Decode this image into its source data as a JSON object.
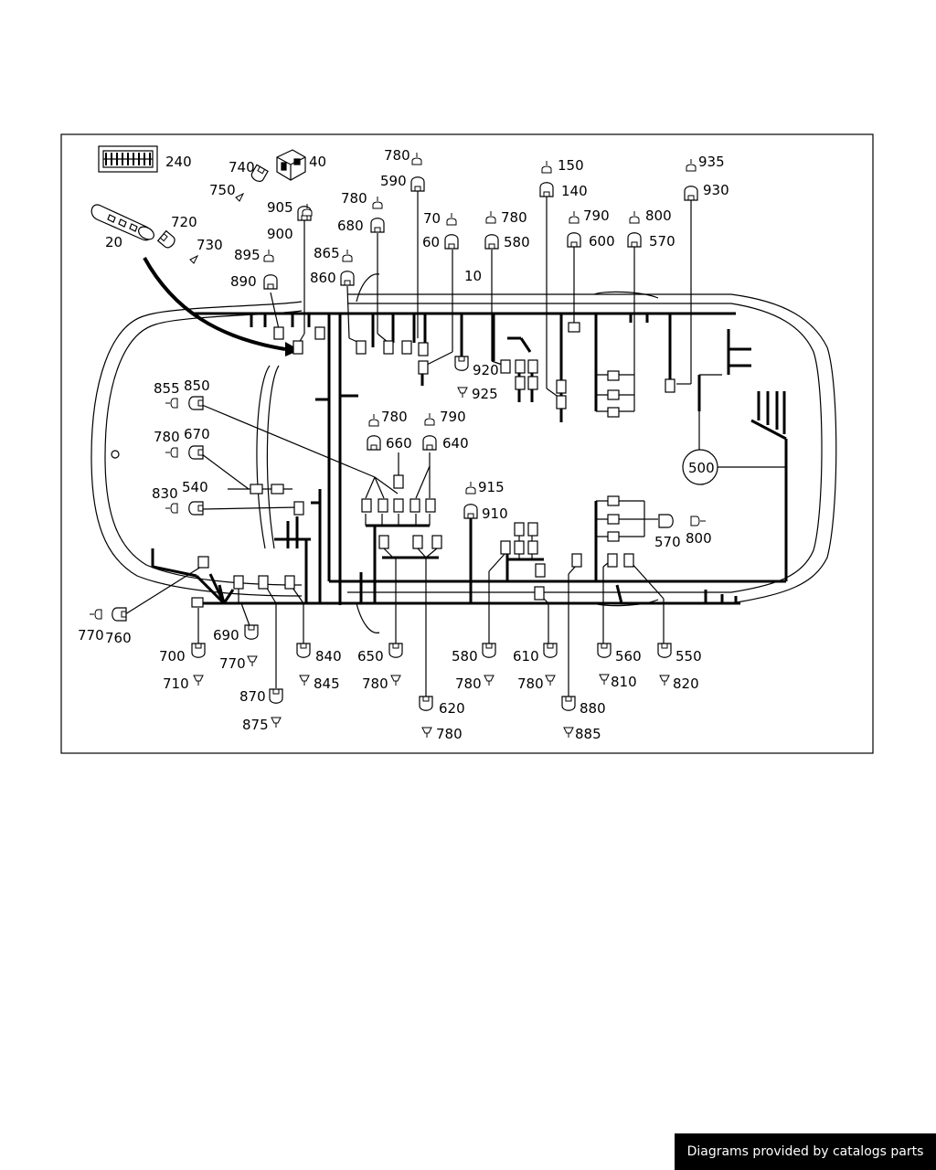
{
  "diagram": {
    "labels": [
      {
        "id": "240",
        "text": "240"
      },
      {
        "id": "40",
        "text": "40"
      },
      {
        "id": "740",
        "text": "740"
      },
      {
        "id": "750",
        "text": "750"
      },
      {
        "id": "20",
        "text": "20"
      },
      {
        "id": "720",
        "text": "720"
      },
      {
        "id": "730",
        "text": "730"
      },
      {
        "id": "780a",
        "text": "780"
      },
      {
        "id": "590",
        "text": "590"
      },
      {
        "id": "905",
        "text": "905"
      },
      {
        "id": "900",
        "text": "900"
      },
      {
        "id": "780b",
        "text": "780"
      },
      {
        "id": "680",
        "text": "680"
      },
      {
        "id": "895",
        "text": "895"
      },
      {
        "id": "890",
        "text": "890"
      },
      {
        "id": "865",
        "text": "865"
      },
      {
        "id": "860",
        "text": "860"
      },
      {
        "id": "70",
        "text": "70"
      },
      {
        "id": "60",
        "text": "60"
      },
      {
        "id": "780c",
        "text": "780"
      },
      {
        "id": "580a",
        "text": "580"
      },
      {
        "id": "10",
        "text": "10"
      },
      {
        "id": "150",
        "text": "150"
      },
      {
        "id": "140",
        "text": "140"
      },
      {
        "id": "790a",
        "text": "790"
      },
      {
        "id": "600",
        "text": "600"
      },
      {
        "id": "800a",
        "text": "800"
      },
      {
        "id": "570a",
        "text": "570"
      },
      {
        "id": "935",
        "text": "935"
      },
      {
        "id": "930",
        "text": "930"
      },
      {
        "id": "920",
        "text": "920"
      },
      {
        "id": "925",
        "text": "925"
      },
      {
        "id": "855",
        "text": "855"
      },
      {
        "id": "850",
        "text": "850"
      },
      {
        "id": "780d",
        "text": "780"
      },
      {
        "id": "670",
        "text": "670"
      },
      {
        "id": "830",
        "text": "830"
      },
      {
        "id": "540",
        "text": "540"
      },
      {
        "id": "780e",
        "text": "780"
      },
      {
        "id": "660",
        "text": "660"
      },
      {
        "id": "790b",
        "text": "790"
      },
      {
        "id": "640",
        "text": "640"
      },
      {
        "id": "915",
        "text": "915"
      },
      {
        "id": "910",
        "text": "910"
      },
      {
        "id": "500",
        "text": "500"
      },
      {
        "id": "570b",
        "text": "570"
      },
      {
        "id": "800b",
        "text": "800"
      },
      {
        "id": "770a",
        "text": "770"
      },
      {
        "id": "760",
        "text": "760"
      },
      {
        "id": "690",
        "text": "690"
      },
      {
        "id": "770b",
        "text": "770"
      },
      {
        "id": "700",
        "text": "700"
      },
      {
        "id": "710",
        "text": "710"
      },
      {
        "id": "840",
        "text": "840"
      },
      {
        "id": "845",
        "text": "845"
      },
      {
        "id": "870",
        "text": "870"
      },
      {
        "id": "875",
        "text": "875"
      },
      {
        "id": "650",
        "text": "650"
      },
      {
        "id": "780f",
        "text": "780"
      },
      {
        "id": "620",
        "text": "620"
      },
      {
        "id": "780g",
        "text": "780"
      },
      {
        "id": "580b",
        "text": "580"
      },
      {
        "id": "780h",
        "text": "780"
      },
      {
        "id": "610",
        "text": "610"
      },
      {
        "id": "780i",
        "text": "780"
      },
      {
        "id": "880",
        "text": "880"
      },
      {
        "id": "885",
        "text": "885"
      },
      {
        "id": "560",
        "text": "560"
      },
      {
        "id": "810",
        "text": "810"
      },
      {
        "id": "550",
        "text": "550"
      },
      {
        "id": "820",
        "text": "820"
      }
    ]
  },
  "footer": {
    "credit": "Diagrams provided by catalogs parts"
  }
}
